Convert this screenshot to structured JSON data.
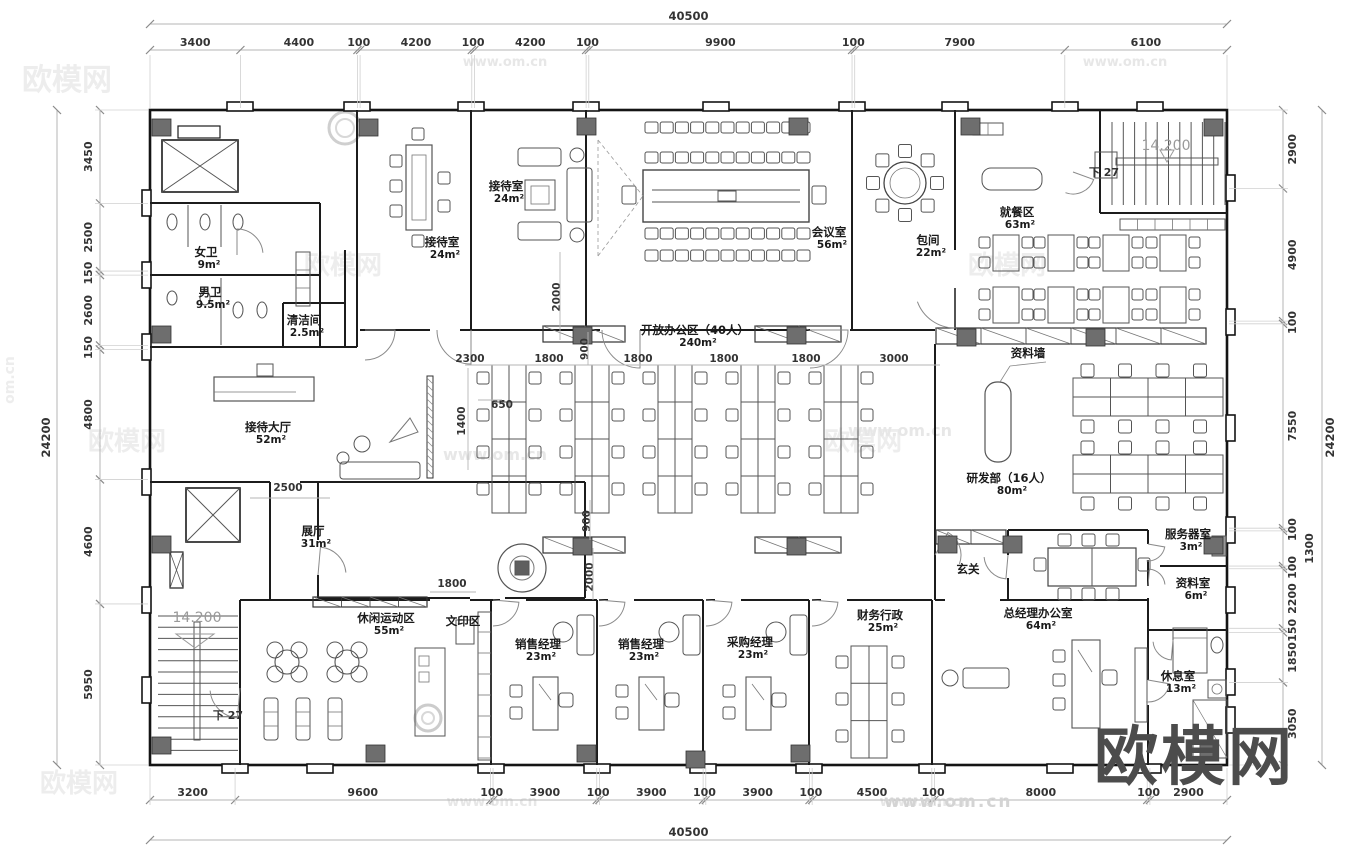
{
  "watermark": {
    "brand": "欧模网",
    "site": "www.om.cn",
    "short": "om.cn"
  },
  "dimensions": {
    "top": {
      "overall": "40500",
      "segments": [
        "3400",
        "4400",
        "100",
        "4200",
        "100",
        "4200",
        "100",
        "9900",
        "100",
        "7900",
        "6100"
      ]
    },
    "bottom": {
      "overall": "40500",
      "segments": [
        "3200",
        "9600",
        "100",
        "3900",
        "100",
        "3900",
        "100",
        "3900",
        "100",
        "4500",
        "100",
        "8000",
        "100",
        "2900"
      ]
    },
    "left": {
      "overall": "24200",
      "segments": [
        "3450",
        "2500",
        "150",
        "2600",
        "150",
        "4800",
        "4600",
        "5950"
      ]
    },
    "right": {
      "overall": "24200",
      "segments": [
        "2900",
        "4900",
        "100",
        "7550",
        "100",
        "1300",
        "100",
        "2200",
        "150",
        "1850",
        "3050"
      ]
    }
  },
  "interior_dims": [
    "2000",
    "900",
    "2300",
    "1800",
    "1800",
    "1800",
    "1800",
    "3000",
    "650",
    "1400",
    "2500",
    "900",
    "2000",
    "1800"
  ],
  "rooms": [
    {
      "label": "女卫",
      "area": "9m²"
    },
    {
      "label": "男卫",
      "area": "9.5m²"
    },
    {
      "label": "清洁间",
      "area": "2.5m²"
    },
    {
      "label": "接待室",
      "area": "24m²"
    },
    {
      "label": "接待室",
      "area": "24m²"
    },
    {
      "label": "会议室",
      "area": "56m²"
    },
    {
      "label": "包间",
      "area": "22m²"
    },
    {
      "label": "就餐区",
      "area": "63m²"
    },
    {
      "label": "开放办公区（40人）",
      "area": "240m²"
    },
    {
      "label": "资料墙",
      "area": ""
    },
    {
      "label": "研发部（16人）",
      "area": "80m²"
    },
    {
      "label": "接待大厅",
      "area": "52m²"
    },
    {
      "label": "展厅",
      "area": "31m²"
    },
    {
      "label": "休闲运动区",
      "area": "55m²"
    },
    {
      "label": "文印区",
      "area": ""
    },
    {
      "label": "销售经理",
      "area": "23m²"
    },
    {
      "label": "销售经理",
      "area": "23m²"
    },
    {
      "label": "采购经理",
      "area": "23m²"
    },
    {
      "label": "财务行政",
      "area": "25m²"
    },
    {
      "label": "玄关",
      "area": ""
    },
    {
      "label": "总经理办公室",
      "area": "64m²"
    },
    {
      "label": "服务器室",
      "area": "3m²"
    },
    {
      "label": "资料室",
      "area": "6m²"
    },
    {
      "label": "休息室",
      "area": "13m²"
    }
  ],
  "stairs": [
    {
      "level": "14.200",
      "direction": "下 27"
    },
    {
      "level": "14.200",
      "direction": "下 27"
    }
  ]
}
